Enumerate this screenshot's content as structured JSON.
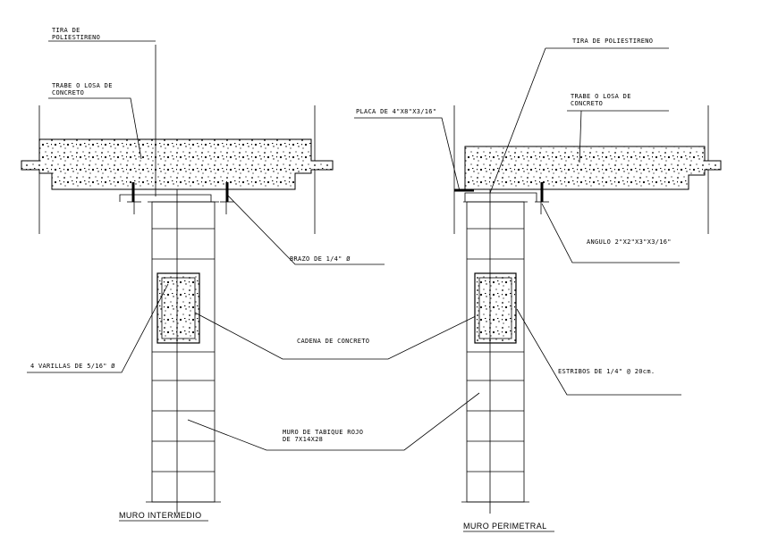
{
  "labels": {
    "tira_left_1": "TIRA DE",
    "tira_left_2": "POLIESTIRENO",
    "trabe_left_1": "TRABE O LOSA DE",
    "trabe_left_2": "CONCRETO",
    "placa": "PLACA DE 4\"X8\"X3/16\"",
    "tira_right": "TIRA DE POLIESTIRENO",
    "trabe_right_1": "TRABE O LOSA DE",
    "trabe_right_2": "CONCRETO",
    "brazo": "BRAZO DE 1/4\" Ø",
    "angulo": "ANGULO 2\"X2\"X3\"X3/16\"",
    "cadena": "CADENA DE CONCRETO",
    "varillas": "4 VARILLAS DE 5/16\" Ø",
    "estribos": "ESTRIBOS DE 1/4\" @ 20cm.",
    "muro_1": "MURO DE TABIQUE ROJO",
    "muro_2": "DE 7X14X28"
  },
  "titles": {
    "left": "MURO INTERMEDIO",
    "right": "MURO PERIMETRAL"
  }
}
